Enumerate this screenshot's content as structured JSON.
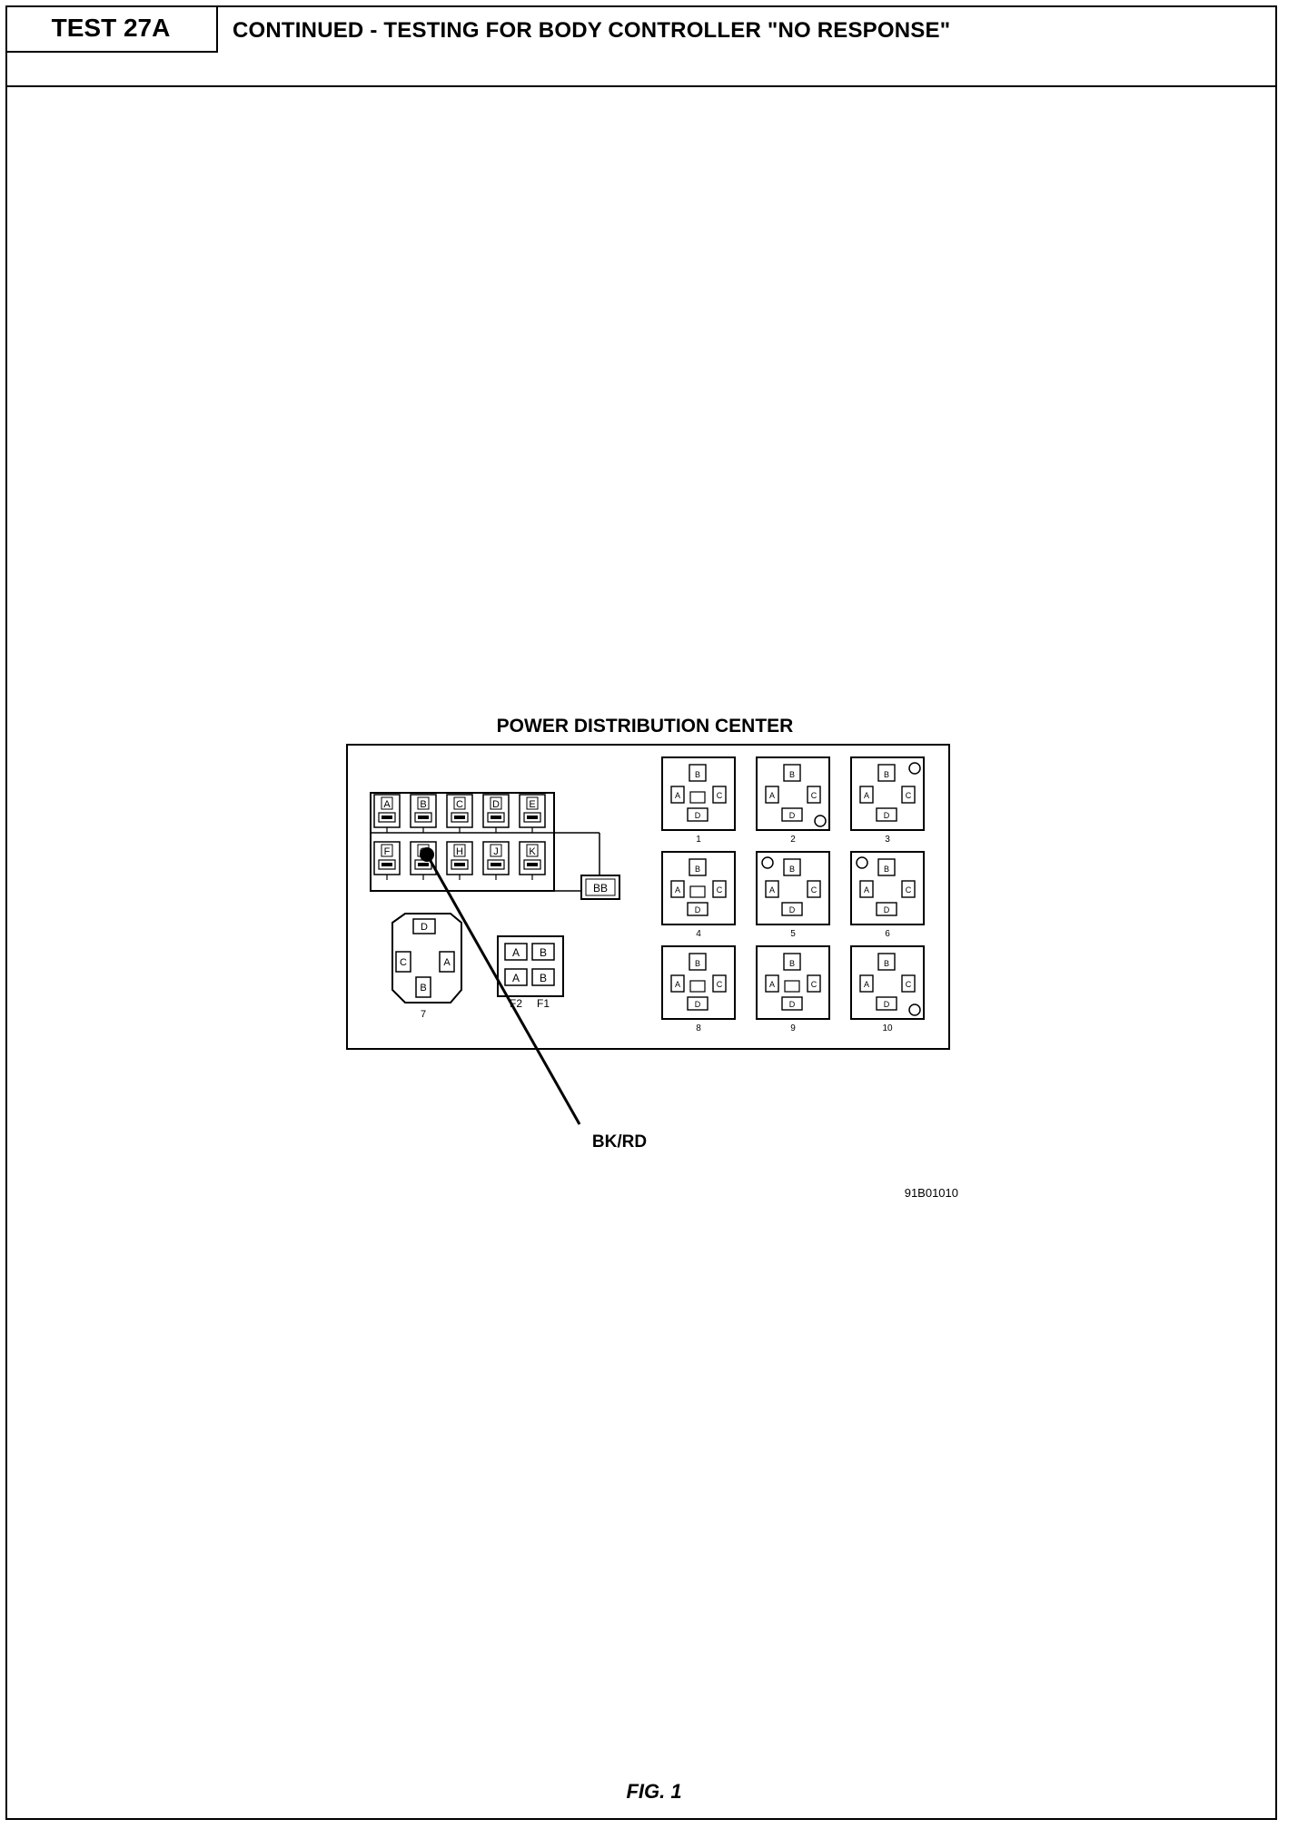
{
  "header": {
    "test_number": "TEST 27A",
    "title": "CONTINUED - TESTING FOR BODY CONTROLLER \"NO RESPONSE\""
  },
  "diagram": {
    "title": "POWER DISTRIBUTION CENTER",
    "fuse_labels_top": [
      "A",
      "B",
      "C",
      "D",
      "E"
    ],
    "fuse_labels_bottom": [
      "F",
      "G",
      "H",
      "J",
      "K"
    ],
    "connector_bb": "BB",
    "relay_numbers": [
      "1",
      "2",
      "3",
      "4",
      "5",
      "6",
      "8",
      "9",
      "10"
    ],
    "connector_7_label": "7",
    "connector_7_pins": [
      "D",
      "C",
      "A",
      "B"
    ],
    "relay_pins": [
      "A",
      "B",
      "C",
      "D"
    ],
    "fuse_block_pins": [
      "A",
      "B",
      "A",
      "B"
    ],
    "fuse_block_labels": [
      "F2",
      "F1"
    ],
    "wire_label": "BK/RD",
    "figure_code": "91B01010"
  },
  "footer": {
    "figure_caption": "FIG. 1"
  },
  "colors": {
    "ink": "#000000",
    "paper": "#ffffff"
  }
}
